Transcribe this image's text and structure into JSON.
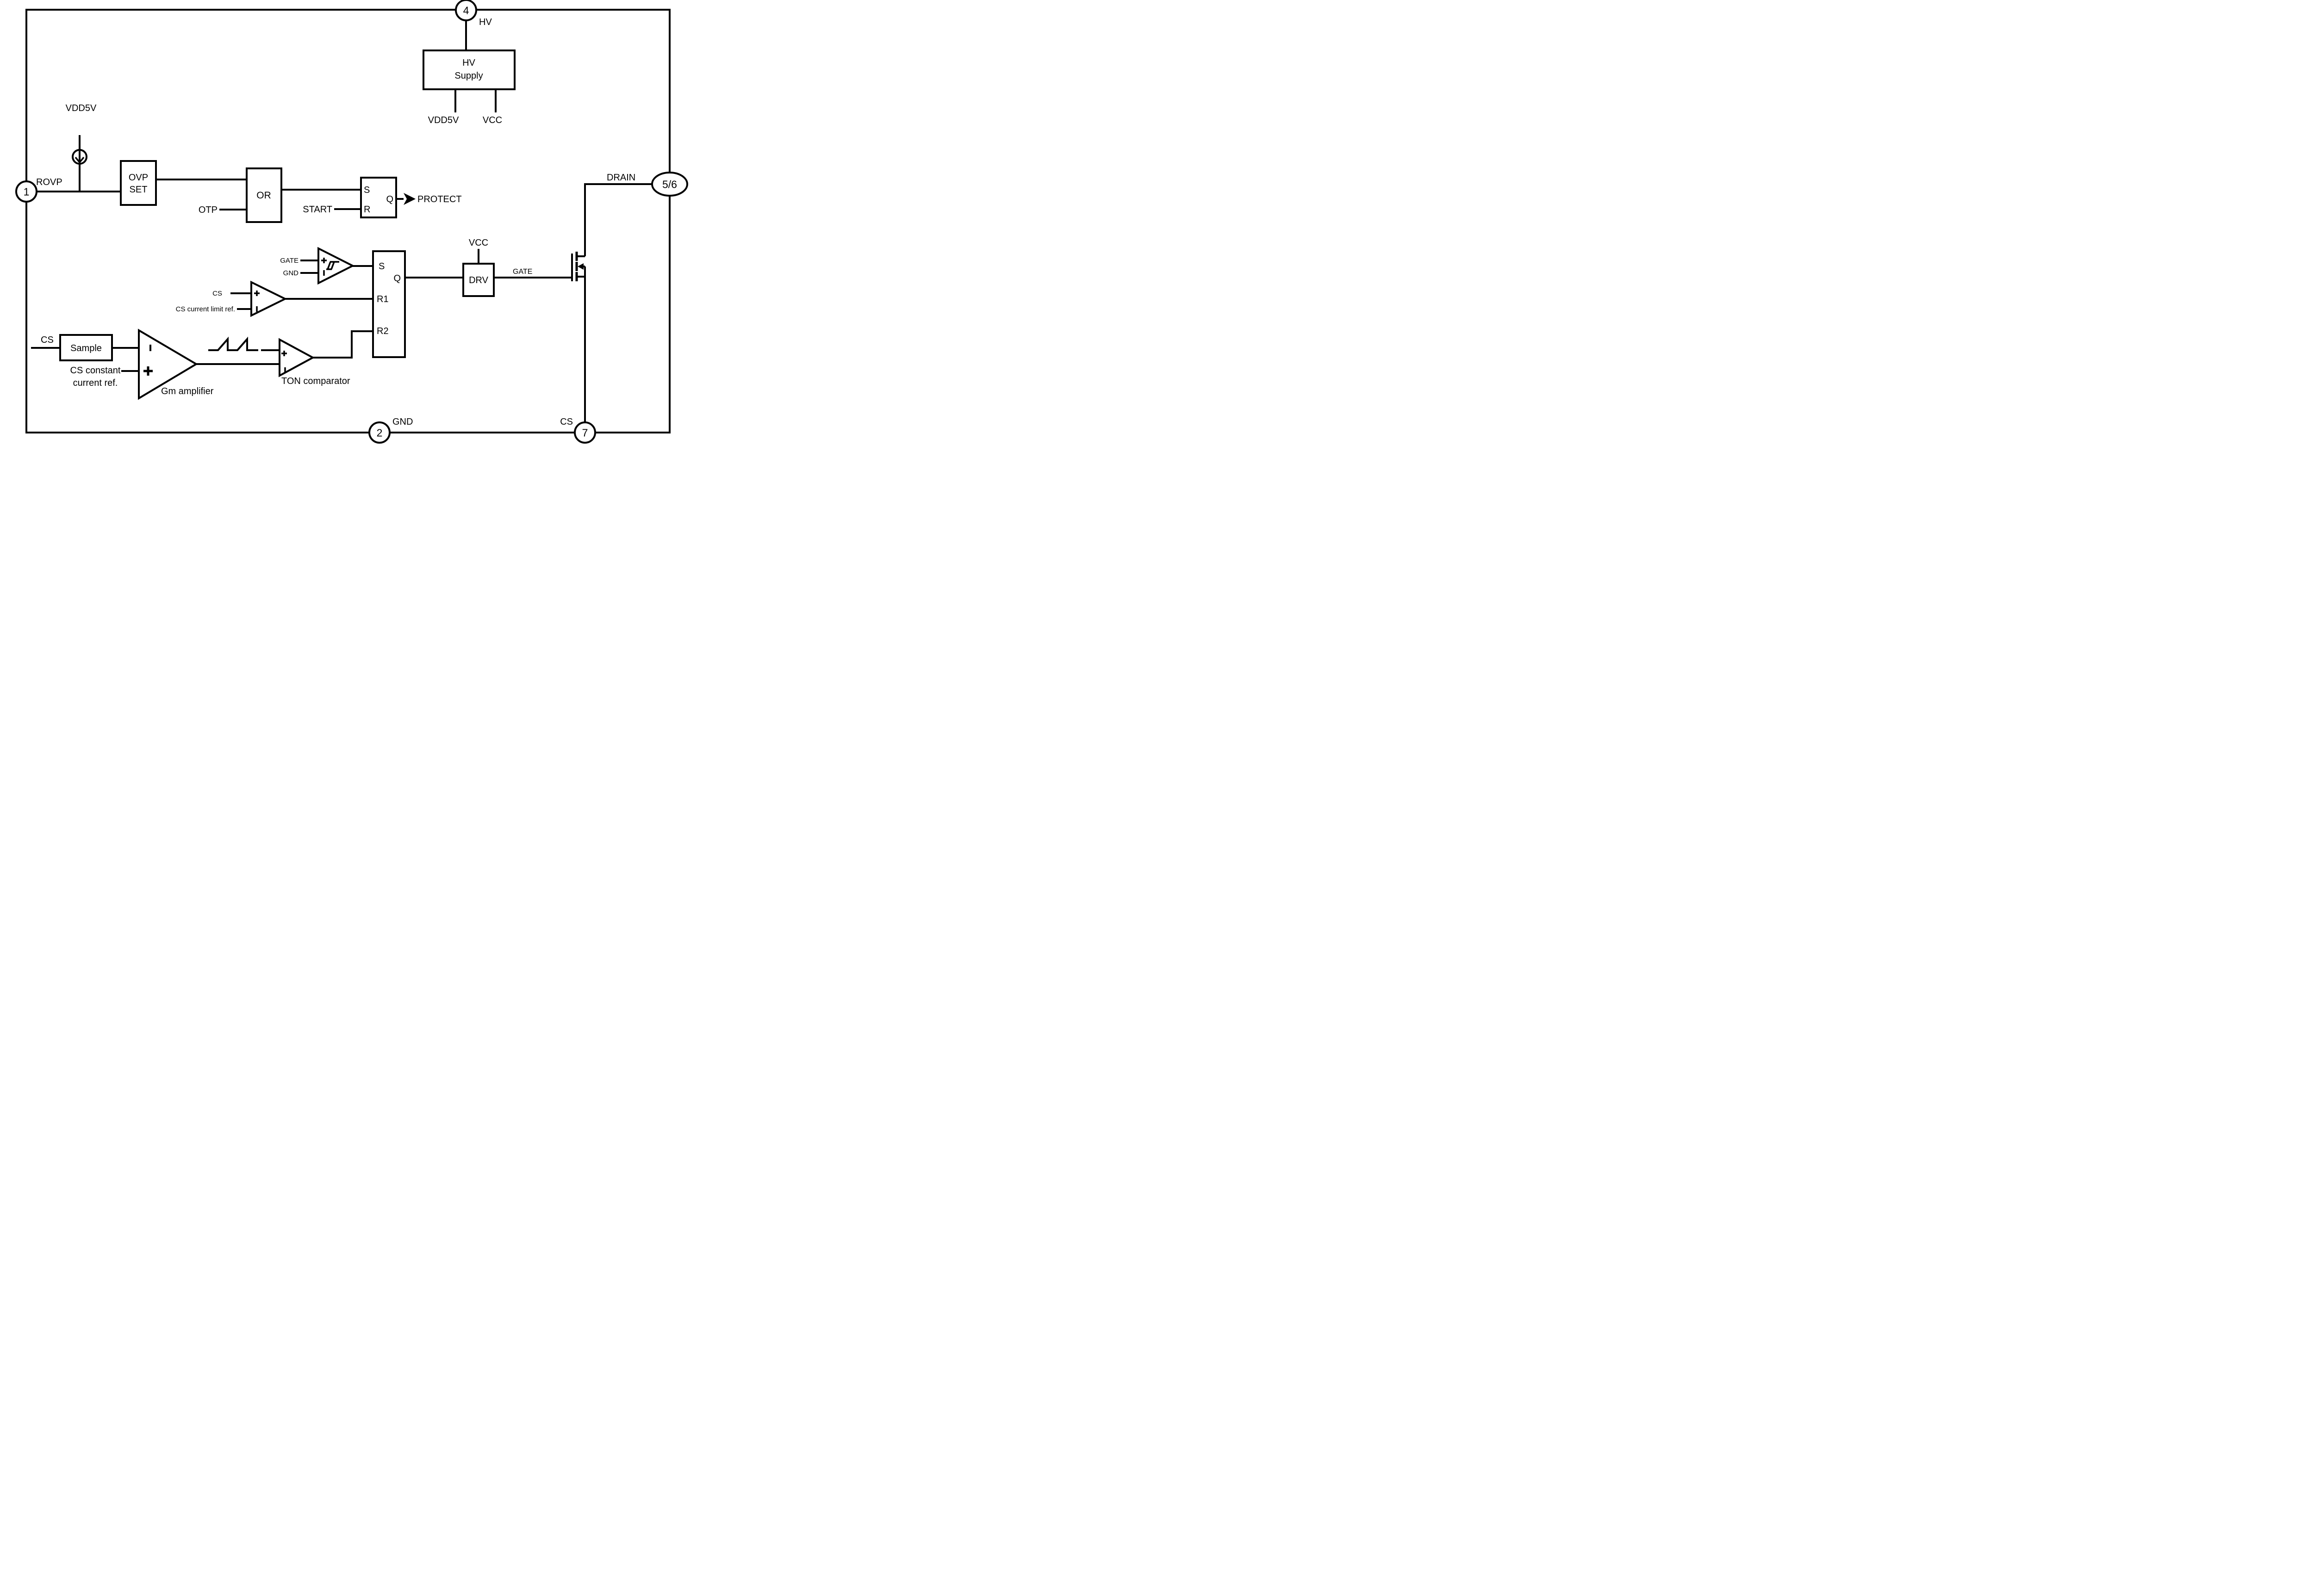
{
  "diagram": {
    "background_color": "#ffffff",
    "line_color": "#000000",
    "pins": {
      "pin4": {
        "number": "4",
        "label": "HV"
      },
      "pin1": {
        "number": "1",
        "label": "ROVP"
      },
      "pin56": {
        "number": "5/6",
        "label": "DRAIN"
      },
      "pin2": {
        "number": "2",
        "label": "GND"
      },
      "pin7": {
        "number": "7",
        "label": "CS"
      }
    },
    "hv_supply": {
      "title_line1": "HV",
      "title_line2": "Supply",
      "output_left": "VDD5V",
      "output_right": "VCC"
    },
    "ovp_path": {
      "source_label": "VDD5V",
      "block_line1": "OVP",
      "block_line2": "SET",
      "or_label": "OR",
      "otp_label": "OTP"
    },
    "protect_latch": {
      "s": "S",
      "r": "R",
      "q": "Q",
      "start_label": "START",
      "protect_label": "PROTECT"
    },
    "gate_comparator": {
      "plus_label": "GATE",
      "minus_label": "GND"
    },
    "cs_comparator": {
      "plus_label": "CS",
      "minus_label": "CS current limit ref."
    },
    "main_latch": {
      "s": "S",
      "q": "Q",
      "r1": "R1",
      "r2": "R2"
    },
    "driver": {
      "vcc_label": "VCC",
      "block_label": "DRV",
      "gate_label": "GATE"
    },
    "sample_path": {
      "input_label": "CS",
      "block_label": "Sample",
      "ref_line1": "CS constant",
      "ref_line2": "current ref.",
      "gm_label": "Gm amplifier",
      "ton_label": "TON comparator"
    },
    "icons": {
      "current_source": "circle-with-down-arrow",
      "schmitt_hysteresis": "parallelogram-hysteresis-curve",
      "protect_arrow": "filled-right-arrow",
      "nmos_transistor": "n-channel-mosfet-with-body-arrow",
      "sawtooth_wave": "two-tooth-ramp-signal",
      "comparator": "right-pointing-triangle",
      "plus_input": "plus-sign",
      "minus_input": "vertical-tick"
    }
  }
}
